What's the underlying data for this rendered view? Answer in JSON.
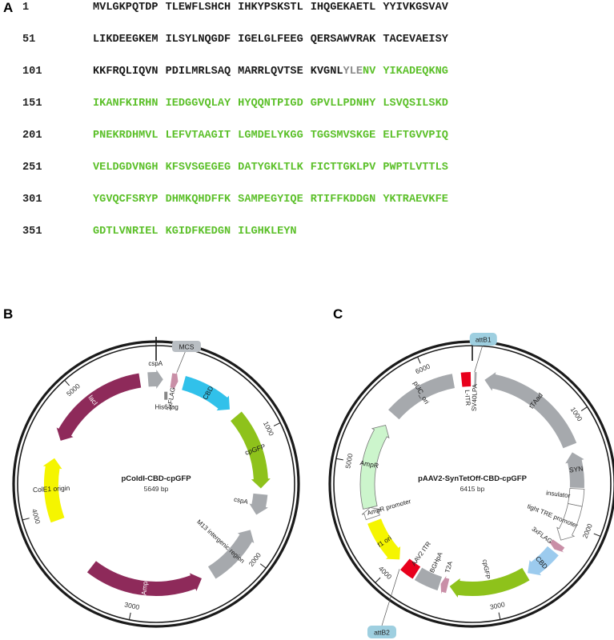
{
  "panels": {
    "a": "A",
    "b": "B",
    "c": "C"
  },
  "sequence": {
    "rows": [
      {
        "num": "1",
        "chunks": [
          {
            "t": "MVLGKPQTDP",
            "c": "black"
          },
          {
            "t": "TLEWFLSHCH",
            "c": "black"
          },
          {
            "t": "IHKYPSKSTL",
            "c": "black"
          },
          {
            "t": "IHQGEKAETL",
            "c": "black"
          },
          {
            "t": "YYIVKGSVAV",
            "c": "black"
          }
        ]
      },
      {
        "num": "51",
        "chunks": [
          {
            "t": "LIKDEEGKEM",
            "c": "black"
          },
          {
            "t": "ILSYLNQGDF",
            "c": "black"
          },
          {
            "t": "IGELGLFEEG",
            "c": "black"
          },
          {
            "t": "QERSAWVRAK",
            "c": "black"
          },
          {
            "t": "TACEVAEISY",
            "c": "black"
          }
        ]
      },
      {
        "num": "101",
        "chunks": [
          {
            "t": "KKFRQLIQVN",
            "c": "black"
          },
          {
            "t": "PDILMRLSAQ",
            "c": "black"
          },
          {
            "t": "MARRLQVTSE",
            "c": "black"
          },
          {
            "parts": [
              {
                "t": "KVGNL",
                "c": "black"
              },
              {
                "t": "YLE",
                "c": "gray"
              },
              {
                "t": "NV",
                "c": "green"
              }
            ]
          },
          {
            "t": "YIKADEQKNG",
            "c": "green"
          }
        ]
      },
      {
        "num": "151",
        "chunks": [
          {
            "t": "IKANFKIRHN",
            "c": "green"
          },
          {
            "t": "IEDGGVQLAY",
            "c": "green"
          },
          {
            "t": "HYQQNTPIGD",
            "c": "green"
          },
          {
            "t": "GPVLLPDNHY",
            "c": "green"
          },
          {
            "t": "LSVQSILSKD",
            "c": "green"
          }
        ]
      },
      {
        "num": "201",
        "chunks": [
          {
            "t": "PNEKRDHMVL",
            "c": "green"
          },
          {
            "t": "LEFVTAAGIT",
            "c": "green"
          },
          {
            "t": "LGMDELYKGG",
            "c": "green"
          },
          {
            "t": "TGGSMVSKGE",
            "c": "green"
          },
          {
            "t": "ELFTGVVPIQ",
            "c": "green"
          }
        ]
      },
      {
        "num": "251",
        "chunks": [
          {
            "t": "VELDGDVNGH",
            "c": "green"
          },
          {
            "t": "KFSVSGEGEG",
            "c": "green"
          },
          {
            "t": "DATYGKLTLK",
            "c": "green"
          },
          {
            "t": "FICTTGKLPV",
            "c": "green"
          },
          {
            "t": "PWPTLVTTLS",
            "c": "green"
          }
        ]
      },
      {
        "num": "301",
        "chunks": [
          {
            "t": "YGVQCFSRYP",
            "c": "green"
          },
          {
            "t": "DHMKQHDFFK",
            "c": "green"
          },
          {
            "t": "SAMPEGYIQE",
            "c": "green"
          },
          {
            "t": "RTIFFKDDGN",
            "c": "green"
          },
          {
            "t": "YKTRAEVKFE",
            "c": "green"
          }
        ]
      },
      {
        "num": "351",
        "chunks": [
          {
            "t": "GDTLVNRIEL",
            "c": "green"
          },
          {
            "t": "KGIDFKEDGN",
            "c": "green"
          },
          {
            "t": "ILGHKLEYN",
            "c": "green"
          }
        ]
      }
    ]
  },
  "colors": {
    "lacI": "#8e2a5a",
    "amp": "#8e2a5a",
    "colE1": "#f5f500",
    "grayFeature": "#a6a9ad",
    "cbd": "#31c1ea",
    "cpGFP": "#8ec21b",
    "flag": "#c98fa7",
    "ampR": "#ccf5cc",
    "f1ori": "#f5f500",
    "itr": "#e8001c",
    "cbdC": "#9ccbee",
    "attLabel": "#9ecfe0",
    "black": "#1a1a1a"
  },
  "plasmidB": {
    "name": "pColdI-CBD-cpGFP",
    "size": "5649 bp",
    "total": 5649,
    "ticks": [
      {
        "pos": 1000,
        "label": "1000"
      },
      {
        "pos": 2000,
        "label": "2000"
      },
      {
        "pos": 3000,
        "label": "3000"
      },
      {
        "pos": 4000,
        "label": "4000"
      },
      {
        "pos": 5000,
        "label": "5000"
      }
    ],
    "features": [
      {
        "name": "cspA",
        "start": 5580,
        "end": 60,
        "dir": 1,
        "color": "grayFeature",
        "label_mode": "outside"
      },
      {
        "name": "3xFLAG",
        "start": 130,
        "end": 190,
        "dir": 1,
        "color": "flag",
        "label_mode": "inside"
      },
      {
        "name": "CBD",
        "start": 240,
        "end": 700,
        "dir": 1,
        "color": "cbd",
        "label_mode": "on"
      },
      {
        "name": "cpGFP",
        "start": 780,
        "end": 1450,
        "dir": 1,
        "color": "cpGFP",
        "label_mode": "on"
      },
      {
        "name": "cspA",
        "start": 1500,
        "end": 1680,
        "dir": 1,
        "color": "grayFeature",
        "label_mode": "inside"
      },
      {
        "name": "M13 intergenic region",
        "start": 1820,
        "end": 2320,
        "dir": -1,
        "color": "grayFeature",
        "label_mode": "inside"
      },
      {
        "name": "Amp",
        "start": 2420,
        "end": 3420,
        "dir": -1,
        "color": "amp",
        "label_mode": "on"
      },
      {
        "name": "ColE1 origin",
        "start": 3920,
        "end": 4460,
        "dir": 1,
        "color": "colE1",
        "label_mode": "on"
      },
      {
        "name": "lacI",
        "start": 4620,
        "end": 5510,
        "dir": -1,
        "color": "lacI",
        "label_mode": "on"
      }
    ],
    "mcs": "MCS",
    "his6": "His6 tag"
  },
  "plasmidC": {
    "name": "pAAV2-SynTetOff-CBD-cpGFP",
    "size": "6415 bp",
    "total": 6415,
    "ticks": [
      {
        "pos": 1000,
        "label": "1000"
      },
      {
        "pos": 2000,
        "label": "2000"
      },
      {
        "pos": 3000,
        "label": "3000"
      },
      {
        "pos": 4000,
        "label": "4000"
      },
      {
        "pos": 5000,
        "label": "5000"
      },
      {
        "pos": 6000,
        "label": "6000"
      }
    ],
    "features": [
      {
        "name": "L-ITR",
        "start": 6310,
        "end": 6400,
        "dir": 0,
        "color": "itr",
        "label_mode": "inside"
      },
      {
        "name": "SV40LPA",
        "start": 20,
        "end": 40,
        "dir": 0,
        "color": "grayFeature",
        "label_mode": "inside"
      },
      {
        "name": "tTAad",
        "start": 120,
        "end": 1220,
        "dir": -1,
        "color": "grayFeature",
        "label_mode": "on"
      },
      {
        "name": "SYN",
        "start": 1290,
        "end": 1640,
        "dir": -1,
        "color": "grayFeature",
        "label_mode": "on"
      },
      {
        "name": "insulator",
        "start": 1650,
        "end": 1810,
        "dir": 0,
        "color": "white",
        "label_mode": "inside"
      },
      {
        "name": "tight TRE promoter",
        "start": 1810,
        "end": 2180,
        "dir": 1,
        "color": "white",
        "label_mode": "inside"
      },
      {
        "name": "3xFLAG",
        "start": 2220,
        "end": 2290,
        "dir": 1,
        "color": "flag",
        "label_mode": "inside"
      },
      {
        "name": "CBD",
        "start": 2310,
        "end": 2640,
        "dir": 1,
        "color": "cbdC",
        "label_mode": "on"
      },
      {
        "name": "cpGFP",
        "start": 2660,
        "end": 3430,
        "dir": 1,
        "color": "cpGFP",
        "label_mode": "inside"
      },
      {
        "name": "T2A",
        "start": 3450,
        "end": 3520,
        "dir": 1,
        "color": "flag",
        "label_mode": "inside"
      },
      {
        "name": "BGHpA",
        "start": 3530,
        "end": 3760,
        "dir": 0,
        "color": "grayFeature",
        "label_mode": "inside"
      },
      {
        "name": "AAV2 ITR",
        "start": 3780,
        "end": 3920,
        "dir": 0,
        "color": "itr",
        "label_mode": "inside"
      },
      {
        "name": "f1 ori",
        "start": 3990,
        "end": 4440,
        "dir": -1,
        "color": "f1ori",
        "label_mode": "on"
      },
      {
        "name": "AmpR promoter",
        "start": 4480,
        "end": 4580,
        "dir": 1,
        "color": "white",
        "label_mode": "inside"
      },
      {
        "name": "AmpR",
        "start": 4580,
        "end": 5420,
        "dir": 1,
        "color": "ampR",
        "label_mode": "on"
      },
      {
        "name": "pUC_ori",
        "start": 5550,
        "end": 6230,
        "dir": 0,
        "color": "grayFeature",
        "label_mode": "on"
      }
    ],
    "attB1": "attB1",
    "attB2": "attB2"
  }
}
